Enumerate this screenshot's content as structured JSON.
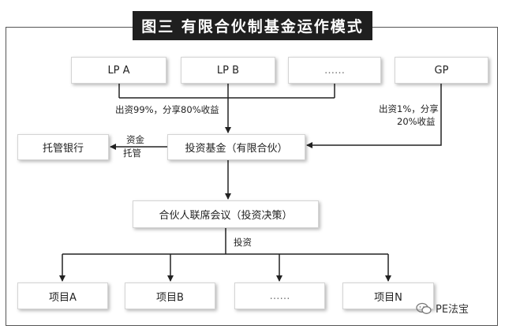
{
  "title": "图三 有限合伙制基金运作模式",
  "nodes": {
    "lp_a": "LP A",
    "lp_b": "LP B",
    "lp_more": "……",
    "gp": "GP",
    "custodian_bank": "托管银行",
    "fund": "投资基金（有限合伙）",
    "committee": "合伙人联席会议（投资决策）",
    "project_a": "项目A",
    "project_b": "项目B",
    "project_more": "……",
    "project_n": "项目N"
  },
  "edge_labels": {
    "lp_contribution": "出资99%，分享80%收益",
    "gp_contribution_line1": "出资1%，分享",
    "gp_contribution_line2": "20%收益",
    "custody_line1": "资金",
    "custody_line2": "托管",
    "invest": "投资"
  },
  "watermark": "PE法宝"
}
